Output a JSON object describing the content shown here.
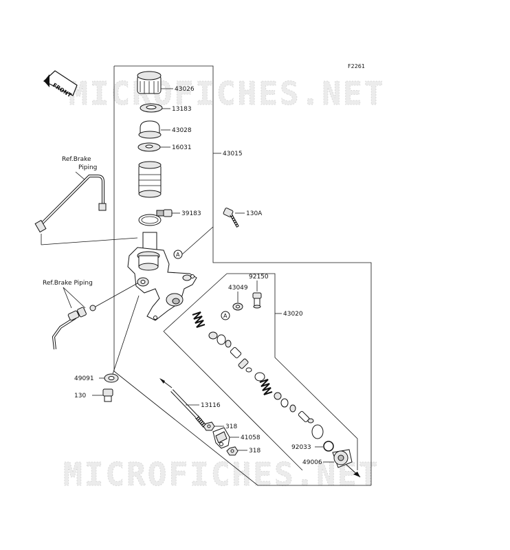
{
  "figure_code": "F2261",
  "front_label": "FRONT",
  "watermark": "MICROFICHES.NET",
  "ref_labels": {
    "upper": [
      "Ref.Brake",
      "Piping"
    ],
    "lower": "Ref.Brake Piping"
  },
  "callout_letter": "A",
  "parts": {
    "p43026": "43026",
    "p13183": "13183",
    "p43028": "43028",
    "p16031": "16031",
    "p43015": "43015",
    "p39183": "39183",
    "p130A": "130A",
    "p92150": "92150",
    "p43049": "43049",
    "p43020": "43020",
    "p49091": "49091",
    "p130": "130",
    "p13116": "13116",
    "p318a": "318",
    "p41058": "41058",
    "p318b": "318",
    "p92033": "92033",
    "p49006": "49006"
  }
}
